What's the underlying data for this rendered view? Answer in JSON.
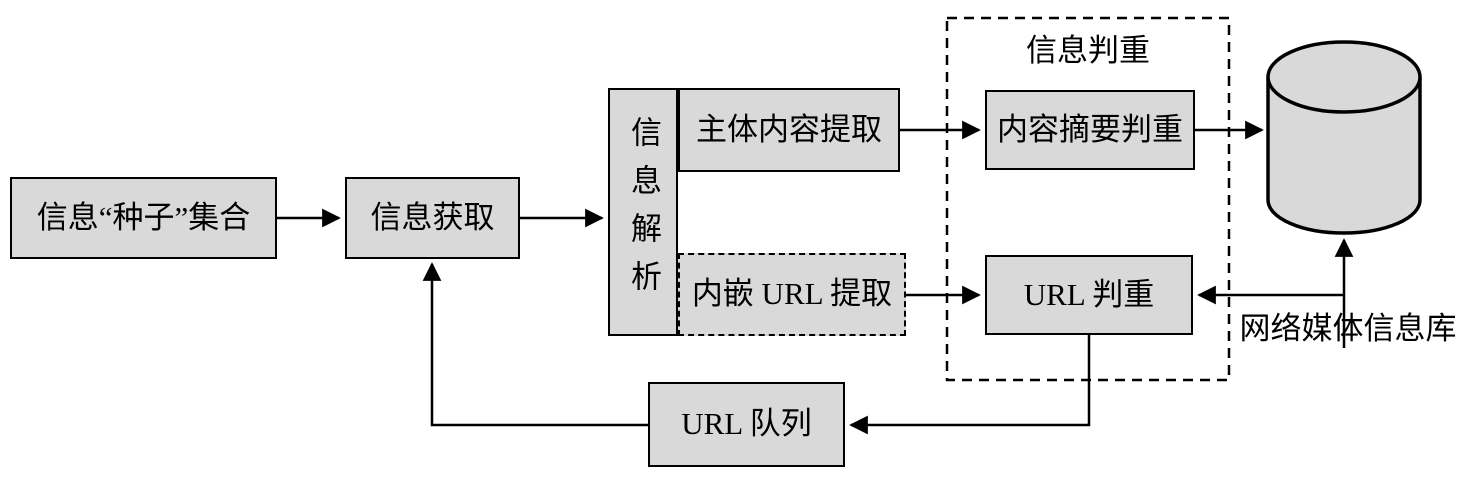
{
  "diagram": {
    "nodes": {
      "seed_set": "信息“种子”集合",
      "info_fetch": "信息获取",
      "info_parse": "信息解析",
      "content_extract": "主体内容提取",
      "embedded_url_extract": "内嵌 URL 提取",
      "dedup_group_label": "信息判重",
      "content_summary_dedup": "内容摘要判重",
      "url_dedup": "URL 判重",
      "url_queue": "URL 队列",
      "db_label": "网络媒体信息库"
    },
    "edges": [
      {
        "from": "seed_set",
        "to": "info_fetch"
      },
      {
        "from": "info_fetch",
        "to": "info_parse"
      },
      {
        "from": "content_extract",
        "to": "content_summary_dedup"
      },
      {
        "from": "embedded_url_extract",
        "to": "url_dedup"
      },
      {
        "from": "content_summary_dedup",
        "to": "db"
      },
      {
        "from": "db_label",
        "to": "db"
      },
      {
        "from": "db",
        "to": "url_dedup"
      },
      {
        "from": "url_dedup",
        "to": "url_queue"
      },
      {
        "from": "url_queue",
        "to": "info_fetch"
      }
    ],
    "colors": {
      "node_fill": "#d9d9d9",
      "stroke": "#000000",
      "background": "#ffffff"
    }
  }
}
